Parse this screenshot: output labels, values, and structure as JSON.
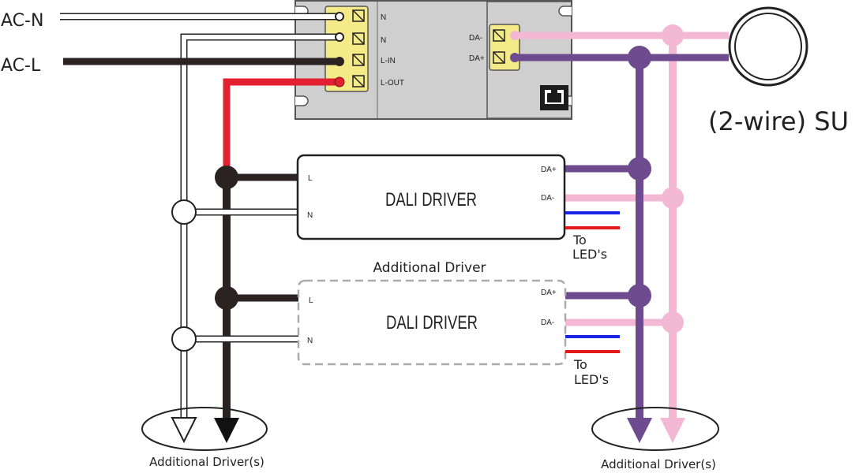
{
  "mains": {
    "ac_n": "AC-N",
    "ac_l": "AC-L"
  },
  "controller": {
    "terminals": [
      "N",
      "N",
      "L-IN",
      "L-OUT"
    ],
    "dali_terminals": [
      "DA-",
      "DA+"
    ]
  },
  "switch_unit": {
    "label": "(2-wire) SU"
  },
  "driver1": {
    "title": "DALI DRIVER",
    "in_l": "L",
    "in_n": "N",
    "out_plus": "DA+",
    "out_minus": "DA-",
    "leds_line1": "To",
    "leds_line2": "LED's"
  },
  "driver2": {
    "caption": "Additional Driver",
    "title": "DALI DRIVER",
    "in_l": "L",
    "in_n": "N",
    "out_plus": "DA+",
    "out_minus": "DA-",
    "leds_line1": "To",
    "leds_line2": "LED's"
  },
  "bottom": {
    "left_label": "Additional Driver(s)",
    "right_label": "Additional Driver(s)"
  },
  "colors": {
    "live": "#2b2322",
    "neutral": "#ffffff",
    "switched_live": "#e2202f",
    "da_plus": "#6e4a8e",
    "da_minus": "#f2b8d4",
    "led_blue": "#1a23e6",
    "led_red": "#e21a1a",
    "housing": "#cfcfcf",
    "terminal_block": "#f5ea88"
  }
}
